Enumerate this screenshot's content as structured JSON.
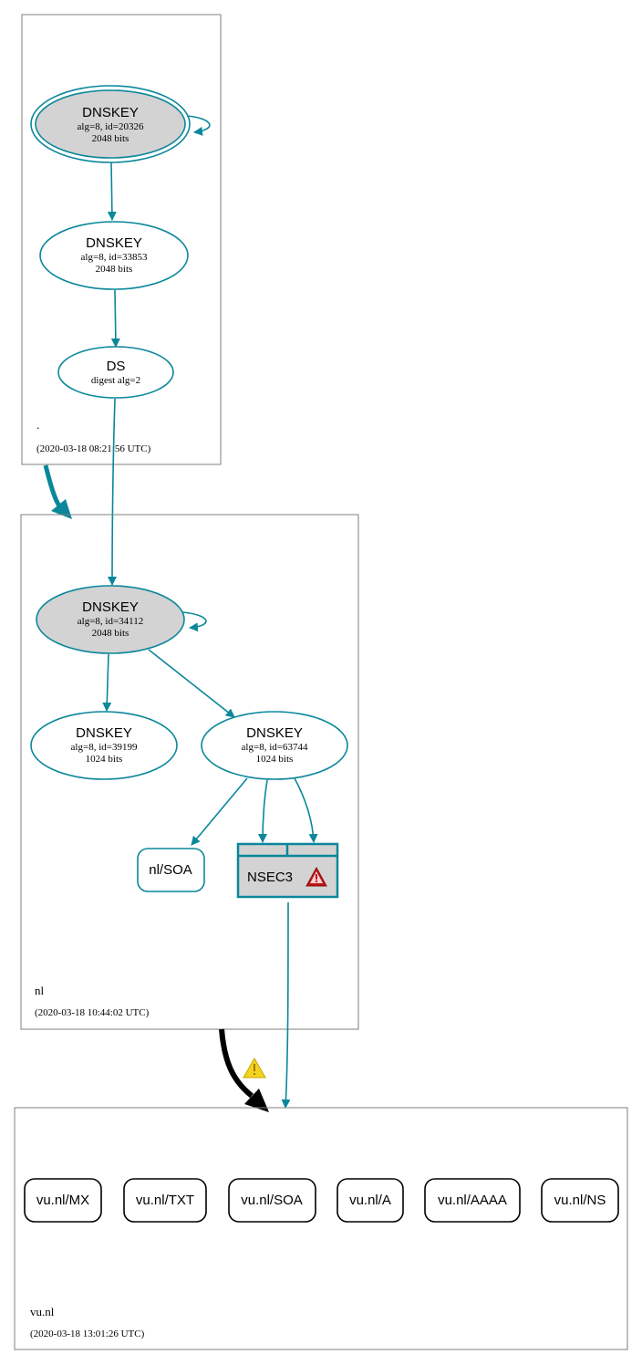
{
  "colors": {
    "teal": "#0a879a",
    "key_fill_sep": "#d3d3d3",
    "zone_border": "#7f7f7f",
    "warning_red": "#be1515",
    "warning_yellow": "#f2d31e",
    "black": "#000000"
  },
  "zones": {
    "root": {
      "name": ".",
      "timestamp": "(2020-03-18 08:21:56 UTC)"
    },
    "nl": {
      "name": "nl",
      "timestamp": "(2020-03-18 10:44:02 UTC)"
    },
    "vu": {
      "name": "vu.nl",
      "timestamp": "(2020-03-18 13:01:26 UTC)"
    }
  },
  "nodes": {
    "root_ksk": {
      "title": "DNSKEY",
      "line1": "alg=8, id=20326",
      "line2": "2048 bits"
    },
    "root_zsk": {
      "title": "DNSKEY",
      "line1": "alg=8, id=33853",
      "line2": "2048 bits"
    },
    "root_ds": {
      "title": "DS",
      "line1": "digest alg=2"
    },
    "nl_ksk": {
      "title": "DNSKEY",
      "line1": "alg=8, id=34112",
      "line2": "2048 bits"
    },
    "nl_zsk1": {
      "title": "DNSKEY",
      "line1": "alg=8, id=39199",
      "line2": "1024 bits"
    },
    "nl_zsk2": {
      "title": "DNSKEY",
      "line1": "alg=8, id=63744",
      "line2": "1024 bits"
    },
    "nl_soa": {
      "label": "nl/SOA"
    },
    "nl_nsec3": {
      "label": "NSEC3",
      "icon": "warning-icon"
    }
  },
  "rrsets": [
    {
      "label": "vu.nl/MX"
    },
    {
      "label": "vu.nl/TXT"
    },
    {
      "label": "vu.nl/SOA"
    },
    {
      "label": "vu.nl/A"
    },
    {
      "label": "vu.nl/AAAA"
    },
    {
      "label": "vu.nl/NS"
    }
  ],
  "delegation_warning_icon": "warning-icon"
}
